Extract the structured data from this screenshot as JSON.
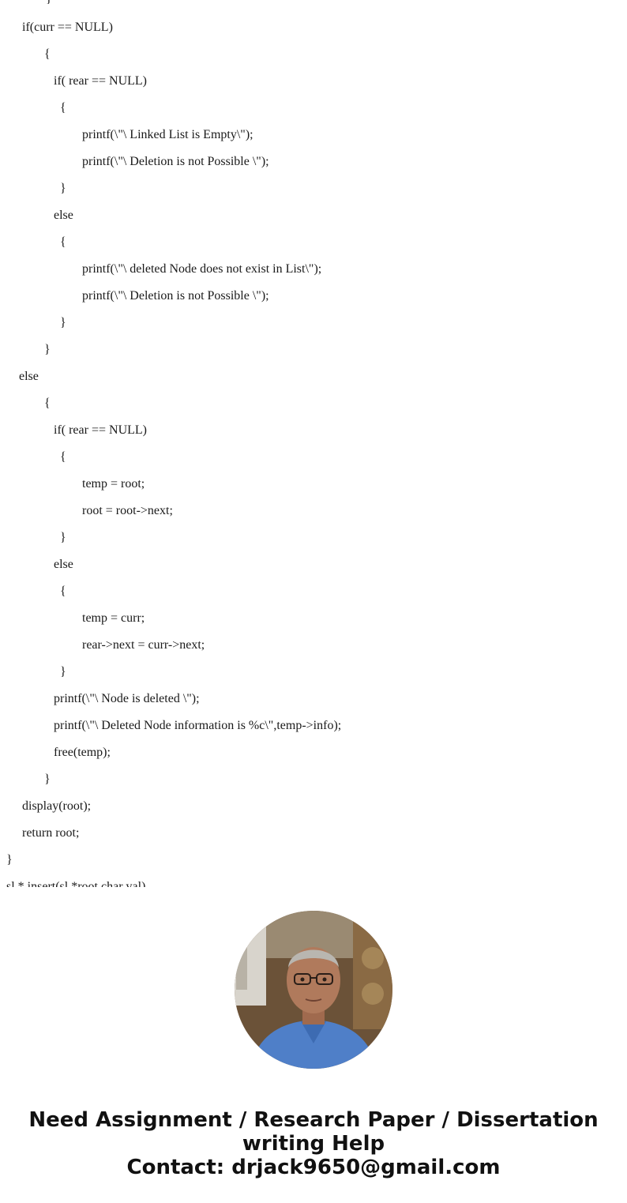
{
  "code_lines": [
    "}",
    "if(curr == NULL)",
    "{",
    "if( rear == NULL)",
    "{",
    "printf(\\\"\\ Linked List is Empty\\\");",
    "printf(\\\"\\ Deletion is not Possible \\\");",
    "}",
    "else",
    "{",
    "printf(\\\"\\ deleted Node does not exist in List\\\");",
    "printf(\\\"\\ Deletion is not Possible \\\");",
    "}",
    "}",
    "else",
    "{",
    "if( rear == NULL)",
    "{",
    "temp = root;",
    "root = root->next;",
    "}",
    "else",
    "{",
    "temp = curr;",
    "rear->next = curr->next;",
    "}",
    "printf(\\\"\\ Node is deleted \\\");",
    "printf(\\\"\\ Deleted Node information is %c\\\",temp->info);",
    "free(temp);",
    "}",
    "display(root);",
    "return root;",
    "}",
    "sl * insert(sl *root,char val)"
  ],
  "avatar": {
    "icon": "person-photo",
    "colors": {
      "background": "#6b5238",
      "shirt": "#4f7fc8",
      "skin": "#b07a5c",
      "hair": "#b9b6b0"
    }
  },
  "promo": {
    "line1": "Need Assignment / Research Paper / Dissertation",
    "line2": "writing Help",
    "line3": "Contact: drjack9650@gmail.com"
  }
}
